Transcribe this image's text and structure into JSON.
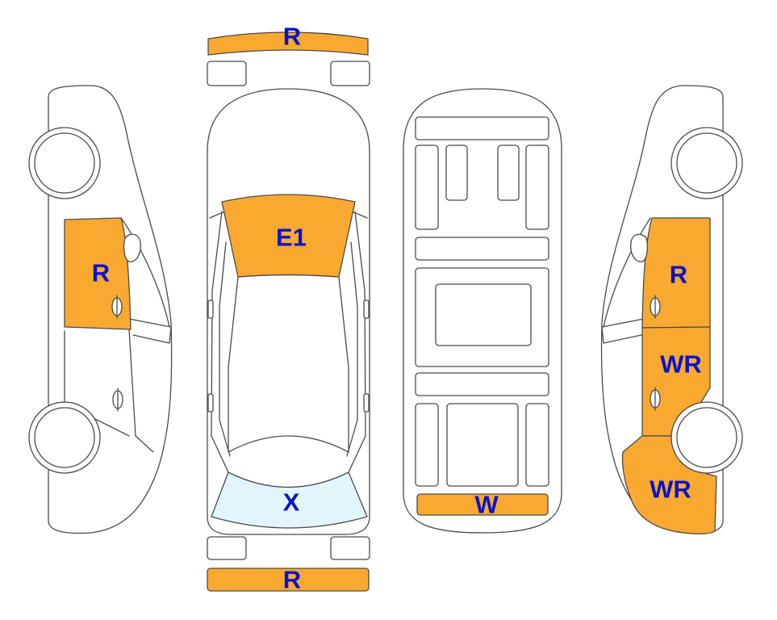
{
  "colors": {
    "damage_fill": "#FAA930",
    "glass_fill": "#E1F5FB",
    "label_color": "#0A14C8",
    "outline": "#4A4A4A"
  },
  "labels": {
    "front_bumper": "R",
    "rear_bumper": "R",
    "windshield": "E1",
    "rear_window": "X",
    "underbody_rear": "W",
    "left_front_door": "R",
    "right_front_door": "R",
    "right_rear_door": "WR",
    "right_rear_quarter": "WR"
  }
}
